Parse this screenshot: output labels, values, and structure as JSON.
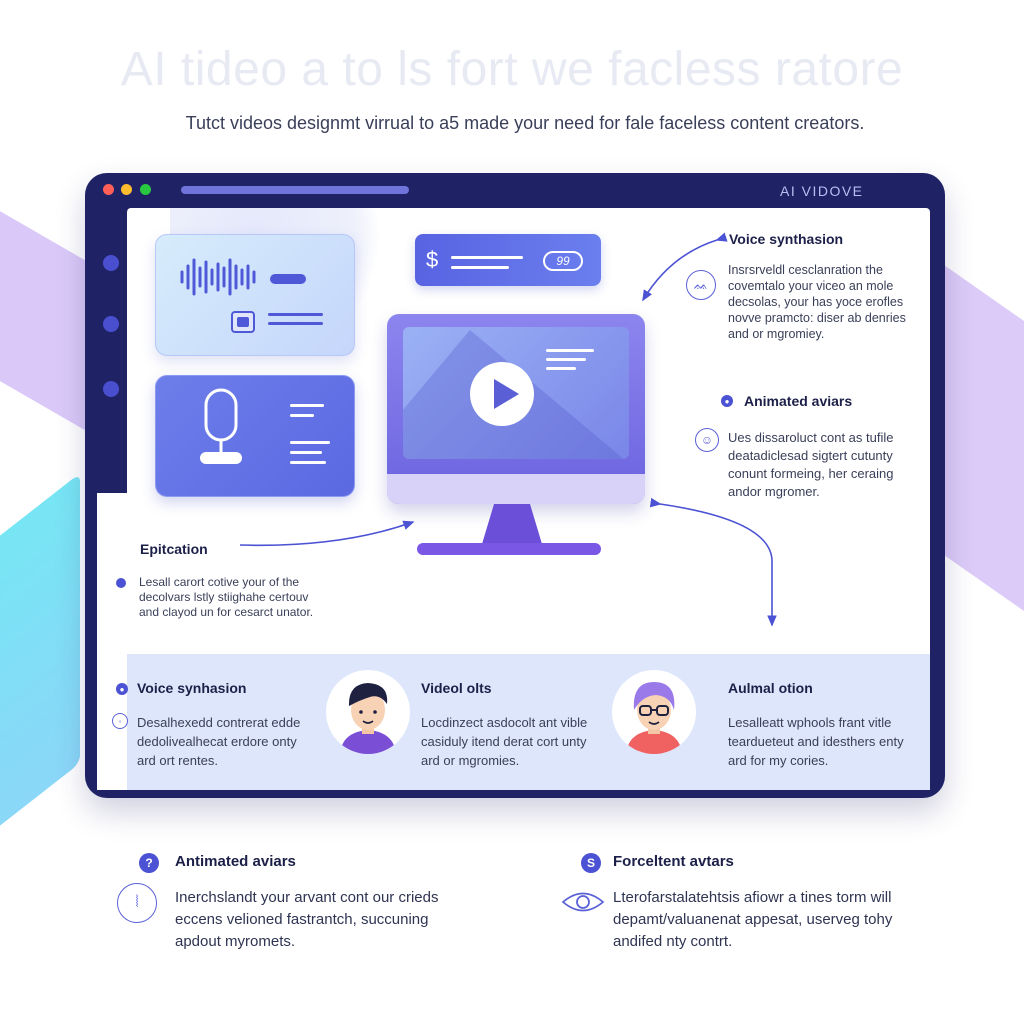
{
  "headline": "AI tideo a to ls fort we facless ratore",
  "subheadline": "Tutct videos designmt virrual to a5 made your need for fale faceless content creators.",
  "window": {
    "title": "AI VIDOVE",
    "price_symbol": "$",
    "price_tag": "99"
  },
  "panels": {
    "voice_synthesis": {
      "title": "Voice synthasion",
      "body": [
        "Insrsrveldl cesclanration the",
        "covemtalo your viceo an mole",
        "decsolas, your has yoce erofles",
        "novve pramcto: diser ab denries",
        "and or mgromiey."
      ]
    },
    "animated_avatars": {
      "title": "Animated aviars",
      "body": [
        "Ues dissaroluct cont as tufile",
        "deatadiclesad sigtert cutunty",
        "conunt formeing, her ceraing",
        "andor mgromer."
      ]
    },
    "epitcation": {
      "title": "Epitcation",
      "body": [
        "Lesall carort cotive your of the",
        "decolvars lstly stiighahe certouv",
        "and clayod un for cesarct unator."
      ]
    }
  },
  "band": [
    {
      "title": "Voice synhasion",
      "body": [
        "Desalhexedd contrerat edde",
        "dedolivealhecat erdore onty",
        "ard ort rentes."
      ]
    },
    {
      "title": "Videol olts",
      "body": [
        "Locdinzect asdocolt ant vible",
        "casiduly itend derat cort unty",
        "ard or mgromies."
      ]
    },
    {
      "title": "Aulmal otion",
      "body": [
        "Lesalleatt wphools frant vitle",
        "teardueteut and idesthers enty",
        "ard for my cories."
      ]
    }
  ],
  "footer": [
    {
      "badge": "?",
      "title": "Antimated aviars",
      "body": [
        "Inerchslandt your arvant cont our crieds",
        "eccens velioned fastrantch, succuning",
        "apdout myromets."
      ]
    },
    {
      "badge": "S",
      "title": "Forceltent avtars",
      "body": [
        "Lterofarstalatehtsis afiowr a tines torm will",
        "depamt/valuanenat appesat, userveg tohy",
        "andifed nty contrt."
      ]
    }
  ],
  "colors": {
    "frame": "#1f2366",
    "accent": "#5b61d6",
    "band": "#dde6fb",
    "monitor": "#7b72e6"
  }
}
